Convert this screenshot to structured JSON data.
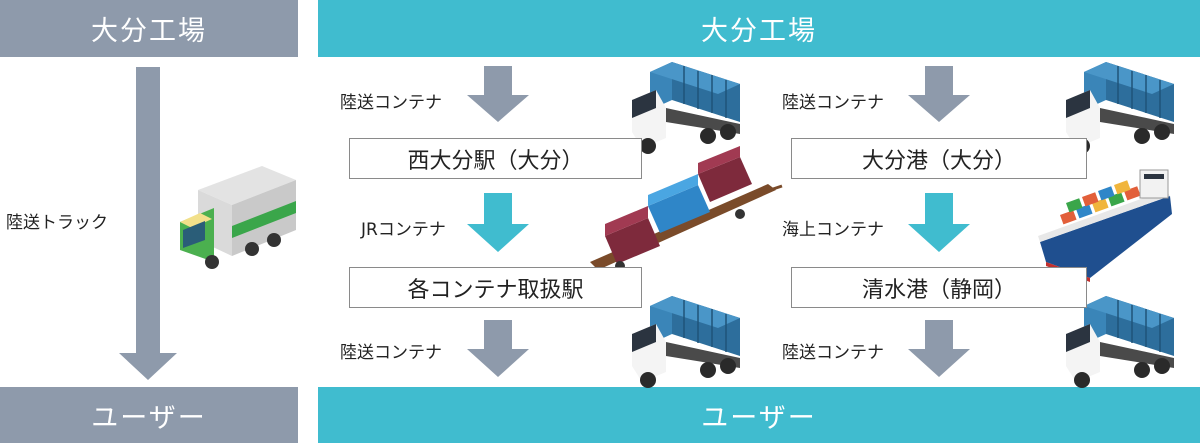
{
  "left": {
    "top_label": "大分工場",
    "middle_label": "陸送トラック",
    "bottom_label": "ユーザー"
  },
  "right": {
    "top_label": "大分工場",
    "bottom_label": "ユーザー",
    "rail_route": {
      "step1": "陸送コンテナ",
      "station1": "西大分駅（大分）",
      "step2": "JRコンテナ",
      "station2": "各コンテナ取扱駅",
      "step3": "陸送コンテナ"
    },
    "sea_route": {
      "step1": "陸送コンテナ",
      "port1": "大分港（大分）",
      "step2": "海上コンテナ",
      "port2": "清水港（静岡）",
      "step3": "陸送コンテナ"
    }
  },
  "colors": {
    "gray_band": "#8e9aab",
    "teal_band": "#40bccf",
    "gray_arrow": "#8e9aab",
    "teal_arrow": "#40bccf"
  }
}
